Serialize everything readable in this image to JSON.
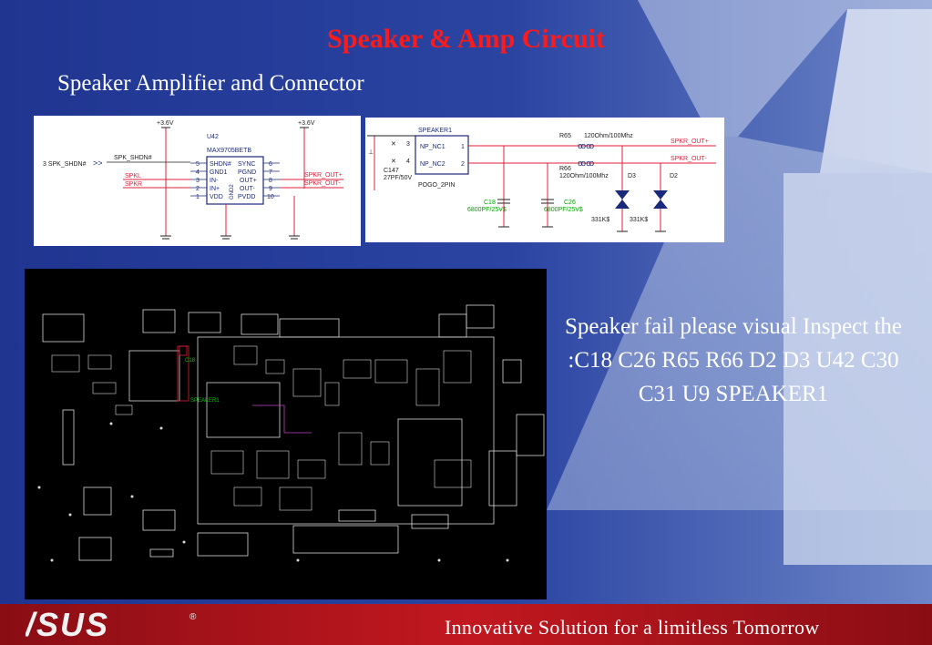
{
  "slide": {
    "title": "Speaker & Amp Circuit",
    "subtitle": "Speaker Amplifier and Connector",
    "note": "Speaker fail please visual Inspect the :C18 C26 R65 R66 D2 D3 U42 C30 C31 U9 SPEAKER1"
  },
  "schematic_left": {
    "power1": "+3.6V",
    "power2": "+3.6V",
    "ref": "U42",
    "part": "MAX9705BETB",
    "net_in": "SPK_SHDN#",
    "port": "3   SPK_SHDN#",
    "spkl": "SPKL",
    "spkr": "SPKR",
    "out_p": "SPKR_OUT+",
    "out_n": "SPKR_OUT-",
    "pins_left": [
      "SHDN#",
      "GND1",
      "IN-",
      "IN+",
      "VDD"
    ],
    "pins_right": [
      "SYNC",
      "PGND",
      "OUT+",
      "OUT-",
      "PVDD"
    ],
    "nums_left": [
      "5",
      "4",
      "3",
      "2",
      "1"
    ],
    "nums_right": [
      "6",
      "7",
      "8",
      "9",
      "10"
    ],
    "gnd_label": "GND2"
  },
  "schematic_right": {
    "connector": "SPEAKER1",
    "nc1": "NP_NC1",
    "nc2": "NP_NC2",
    "pogo": "POGO_2PIN",
    "c147": "C147",
    "c147_val": "27PF/50V",
    "r65": "R65",
    "r65_val": "120Ohm/100Mhz",
    "r66": "R66",
    "r66_val": "120Ohm/100Mhz",
    "c18": "C18",
    "c18_val": "6800PF/25V$",
    "c26": "C26",
    "c26_val": "6800PF/25V$",
    "d3": "D3",
    "d2": "D2",
    "d3_val": "331K$",
    "d2_val": "331K$",
    "out_p": "SPKR_OUT+",
    "out_n": "SPKR_OUT-"
  },
  "pcb": {
    "label_c18": "C18",
    "label_speaker": "SPEAKER1"
  },
  "footer": {
    "logo": "/SUS",
    "tagline": "Innovative Solution for a limitless Tomorrow"
  },
  "colors": {
    "background": "#2a3f9a",
    "title": "#ff1a1a",
    "footer": "#b0141c",
    "net_red": "#e0203a",
    "schem_blue": "#1a2a7a",
    "pcb_outline": "#d8d8d8",
    "pcb_green": "#00d000"
  }
}
